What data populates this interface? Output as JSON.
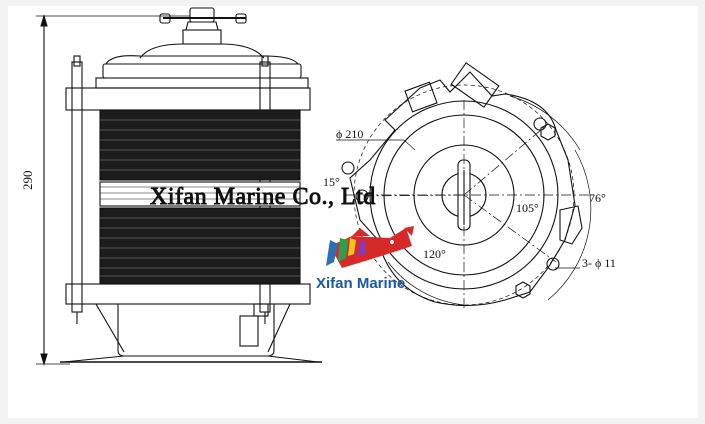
{
  "dimensions": {
    "height": "290",
    "diameter": "ϕ 210",
    "angle_small": "15°",
    "angle_right": "76°",
    "angle_mid": "105°",
    "angle_bottom": "120°",
    "holes": "3- ϕ 11"
  },
  "watermark": {
    "text": "Xifan Marine Co., Ltd"
  },
  "logo": {
    "name": "Xifan Marine",
    "colors": {
      "red": "#d62a2a",
      "blue": "#2c6fb6",
      "green": "#2aa14a",
      "yellow": "#f0c419",
      "purple": "#8a3ab9"
    }
  }
}
